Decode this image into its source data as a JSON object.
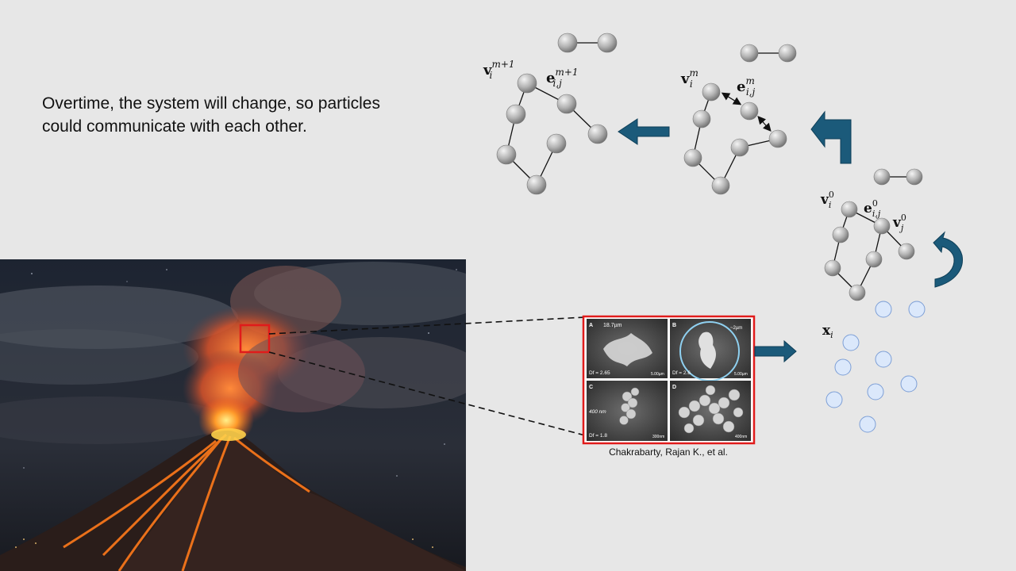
{
  "slide": {
    "text_lines": [
      "Overtime, the system will change, so particles",
      "could communicate with each other."
    ]
  },
  "figure": {
    "credit": "Chakrabarty, Rajan K., et al.",
    "panels": [
      {
        "letter": "A",
        "scale_note": "18.7µm",
        "fractal": "Df = 2.65",
        "bar": "5.00µm"
      },
      {
        "letter": "B",
        "scale_note": "~2µm",
        "fractal": "Df = 2.6",
        "bar": "5.00µm"
      },
      {
        "letter": "C",
        "scale_note": "400 nm",
        "fractal": "Df = 1.8",
        "bar": "300nm"
      },
      {
        "letter": "D",
        "scale_note": "",
        "fractal": "",
        "bar": "400nm"
      }
    ]
  },
  "graph_labels": {
    "v0": {
      "base": "v",
      "sub": "i",
      "sup": "0"
    },
    "e0": {
      "base": "e",
      "sub": "i,j",
      "sup": "0"
    },
    "vj0": {
      "base": "v",
      "sub": "j",
      "sup": "0"
    },
    "vm": {
      "base": "v",
      "sub": "i",
      "sup": "m"
    },
    "em": {
      "base": "e",
      "sub": "i,j",
      "sup": "m"
    },
    "vm1": {
      "base": "v",
      "sub": "i",
      "sup": "m+1"
    },
    "em1": {
      "base": "e",
      "sub": "i,j",
      "sup": "m+1"
    },
    "x": {
      "base": "x",
      "sub": "i",
      "sup": ""
    }
  },
  "colors": {
    "background": "#e7e7e7",
    "arrow_fill": "#1b5a7a",
    "highlight_red": "#e01b1b",
    "particle_fill": "#dbe8fb",
    "particle_stroke": "#7d9fd6"
  },
  "icons": [
    "volcano-photo",
    "sem-micrograph",
    "flow-arrow",
    "curved-arrow",
    "elbow-arrow"
  ]
}
